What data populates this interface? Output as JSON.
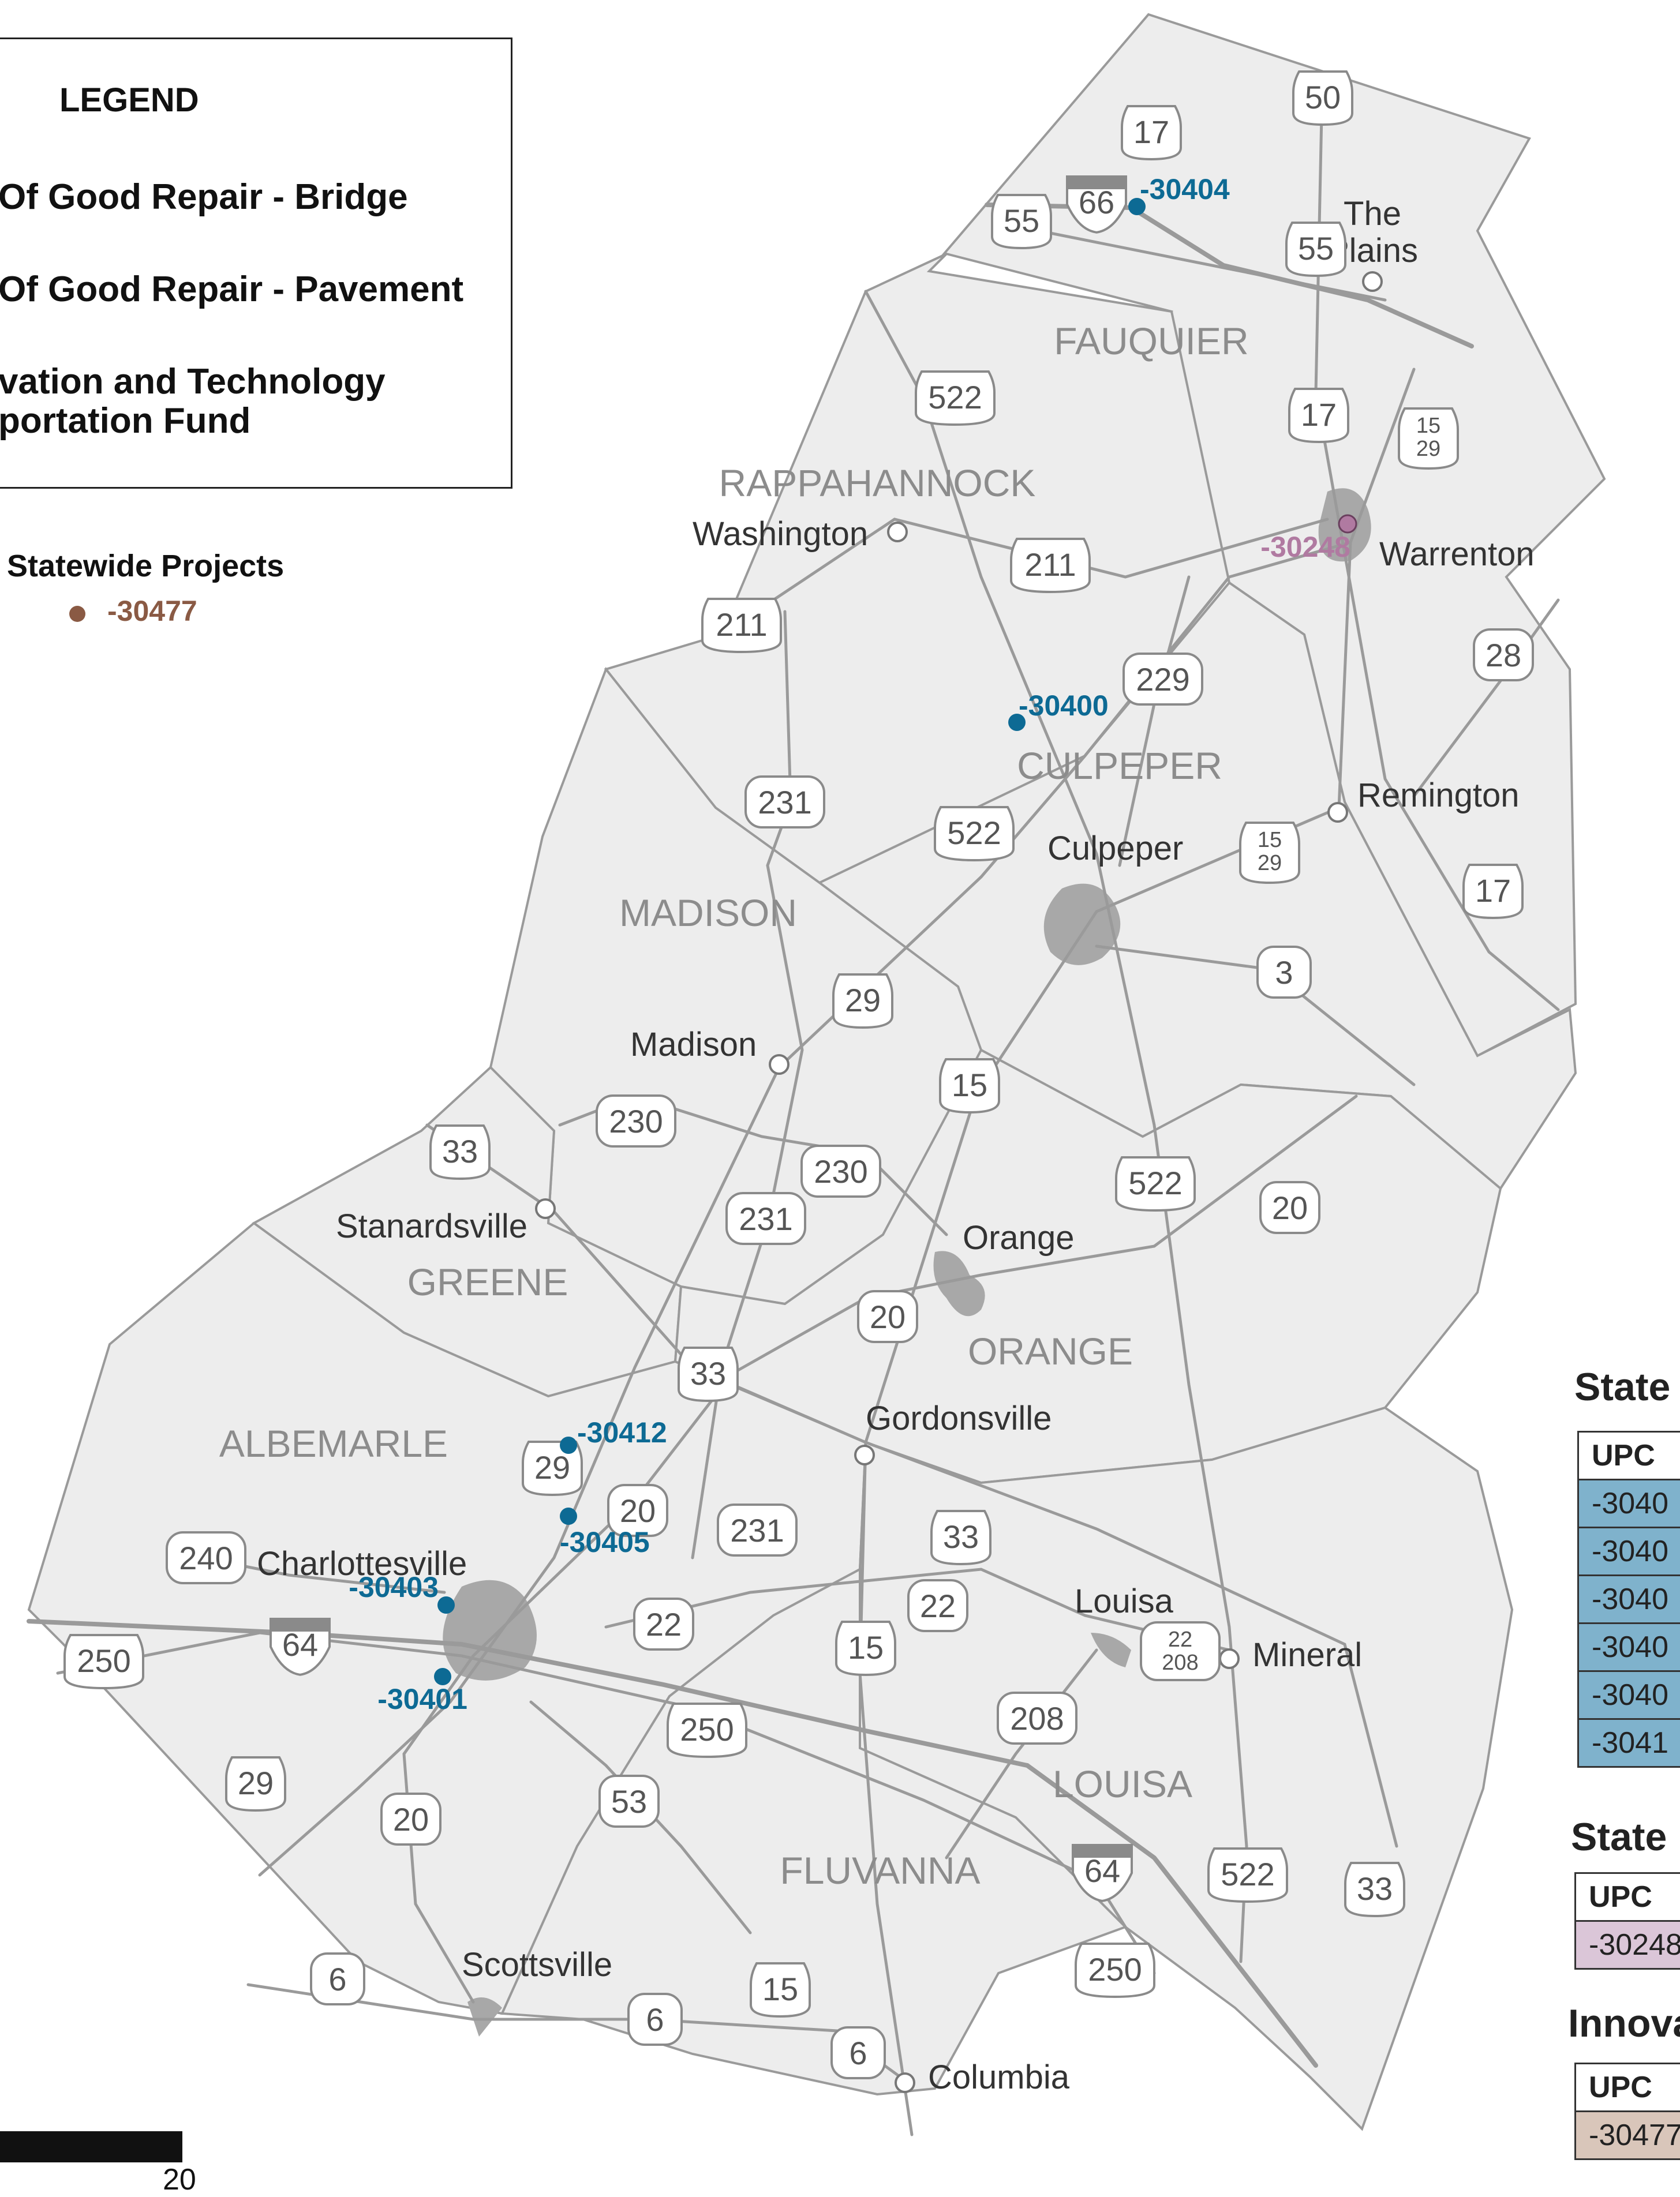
{
  "legend": {
    "title": "LEGEND",
    "items": [
      {
        "label": "Of Good Repair - Bridge"
      },
      {
        "label": "Of Good Repair - Pavement"
      },
      {
        "label": "vation and Technology\nportation Fund"
      }
    ],
    "statewide_title": "Statewide Projects",
    "statewide_item": "-30477"
  },
  "colors": {
    "bridge": "#0d6a94",
    "pavement": "#b07aa1",
    "statewide": "#8a5a44",
    "county_fill": "#ededed",
    "town_fill": "#a8a8a8",
    "road": "#9a9a9a",
    "bridge_row": "#7fb2cc",
    "pavement_row": "#dbc6d8",
    "innovation_row": "#d9c6ba"
  },
  "counties": [
    {
      "name": "FAUQUIER"
    },
    {
      "name": "RAPPAHANNOCK"
    },
    {
      "name": "CULPEPER"
    },
    {
      "name": "MADISON"
    },
    {
      "name": "GREENE"
    },
    {
      "name": "ORANGE"
    },
    {
      "name": "ALBEMARLE"
    },
    {
      "name": "LOUISA"
    },
    {
      "name": "FLUVANNA"
    }
  ],
  "towns": [
    {
      "name": "The\nPlains"
    },
    {
      "name": "Washington"
    },
    {
      "name": "Warrenton"
    },
    {
      "name": "Remington"
    },
    {
      "name": "Culpeper"
    },
    {
      "name": "Madison"
    },
    {
      "name": "Stanardsville"
    },
    {
      "name": "Orange"
    },
    {
      "name": "Gordonsville"
    },
    {
      "name": "Charlottesville"
    },
    {
      "name": "Louisa"
    },
    {
      "name": "Mineral"
    },
    {
      "name": "Scottsville"
    },
    {
      "name": "Columbia"
    }
  ],
  "shields": [
    {
      "label": "50",
      "type": "us"
    },
    {
      "label": "17",
      "type": "us"
    },
    {
      "label": "66",
      "type": "interstate"
    },
    {
      "label": "55",
      "type": "us"
    },
    {
      "label": "55",
      "type": "us"
    },
    {
      "label": "522",
      "type": "us"
    },
    {
      "label": "17",
      "type": "us"
    },
    {
      "label": "15\n29",
      "type": "us"
    },
    {
      "label": "211",
      "type": "us"
    },
    {
      "label": "211",
      "type": "us"
    },
    {
      "label": "229",
      "type": "state"
    },
    {
      "label": "28",
      "type": "state"
    },
    {
      "label": "231",
      "type": "state"
    },
    {
      "label": "522",
      "type": "us"
    },
    {
      "label": "15\n29",
      "type": "us"
    },
    {
      "label": "17",
      "type": "us"
    },
    {
      "label": "3",
      "type": "state"
    },
    {
      "label": "29",
      "type": "us"
    },
    {
      "label": "15",
      "type": "us"
    },
    {
      "label": "230",
      "type": "state"
    },
    {
      "label": "33",
      "type": "us"
    },
    {
      "label": "230",
      "type": "state"
    },
    {
      "label": "231",
      "type": "state"
    },
    {
      "label": "522",
      "type": "us"
    },
    {
      "label": "20",
      "type": "state"
    },
    {
      "label": "20",
      "type": "state"
    },
    {
      "label": "33",
      "type": "us"
    },
    {
      "label": "29",
      "type": "us"
    },
    {
      "label": "20",
      "type": "state"
    },
    {
      "label": "231",
      "type": "state"
    },
    {
      "label": "33",
      "type": "us"
    },
    {
      "label": "240",
      "type": "state"
    },
    {
      "label": "64",
      "type": "interstate"
    },
    {
      "label": "22",
      "type": "state"
    },
    {
      "label": "22",
      "type": "state"
    },
    {
      "label": "15",
      "type": "us"
    },
    {
      "label": "22\n208",
      "type": "state"
    },
    {
      "label": "250",
      "type": "us"
    },
    {
      "label": "250",
      "type": "us"
    },
    {
      "label": "208",
      "type": "state"
    },
    {
      "label": "29",
      "type": "us"
    },
    {
      "label": "20",
      "type": "state"
    },
    {
      "label": "53",
      "type": "state"
    },
    {
      "label": "64",
      "type": "interstate"
    },
    {
      "label": "522",
      "type": "us"
    },
    {
      "label": "33",
      "type": "us"
    },
    {
      "label": "250",
      "type": "us"
    },
    {
      "label": "6",
      "type": "state"
    },
    {
      "label": "6",
      "type": "state"
    },
    {
      "label": "15",
      "type": "us"
    },
    {
      "label": "6",
      "type": "state"
    }
  ],
  "projects": [
    {
      "upc": "-30404",
      "category": "bridge"
    },
    {
      "upc": "-30248",
      "category": "pavement"
    },
    {
      "upc": "-30400",
      "category": "bridge"
    },
    {
      "upc": "-30412",
      "category": "bridge"
    },
    {
      "upc": "-30405",
      "category": "bridge"
    },
    {
      "upc": "-30403",
      "category": "bridge"
    },
    {
      "upc": "-30401",
      "category": "bridge"
    }
  ],
  "tables": [
    {
      "heading": "State",
      "upc_header": "UPC",
      "rows": [
        "-3040",
        "-3040",
        "-3040",
        "-3040",
        "-3040",
        "-3041"
      ],
      "row_color": "#7fb2cc"
    },
    {
      "heading": "State",
      "upc_header": "UPC",
      "rows": [
        "-30248"
      ],
      "row_color": "#dbc6d8"
    },
    {
      "heading": "Innova",
      "upc_header": "UPC",
      "rows": [
        "-30477"
      ],
      "row_color": "#d9c6ba"
    }
  ],
  "scale": {
    "label": "20"
  }
}
